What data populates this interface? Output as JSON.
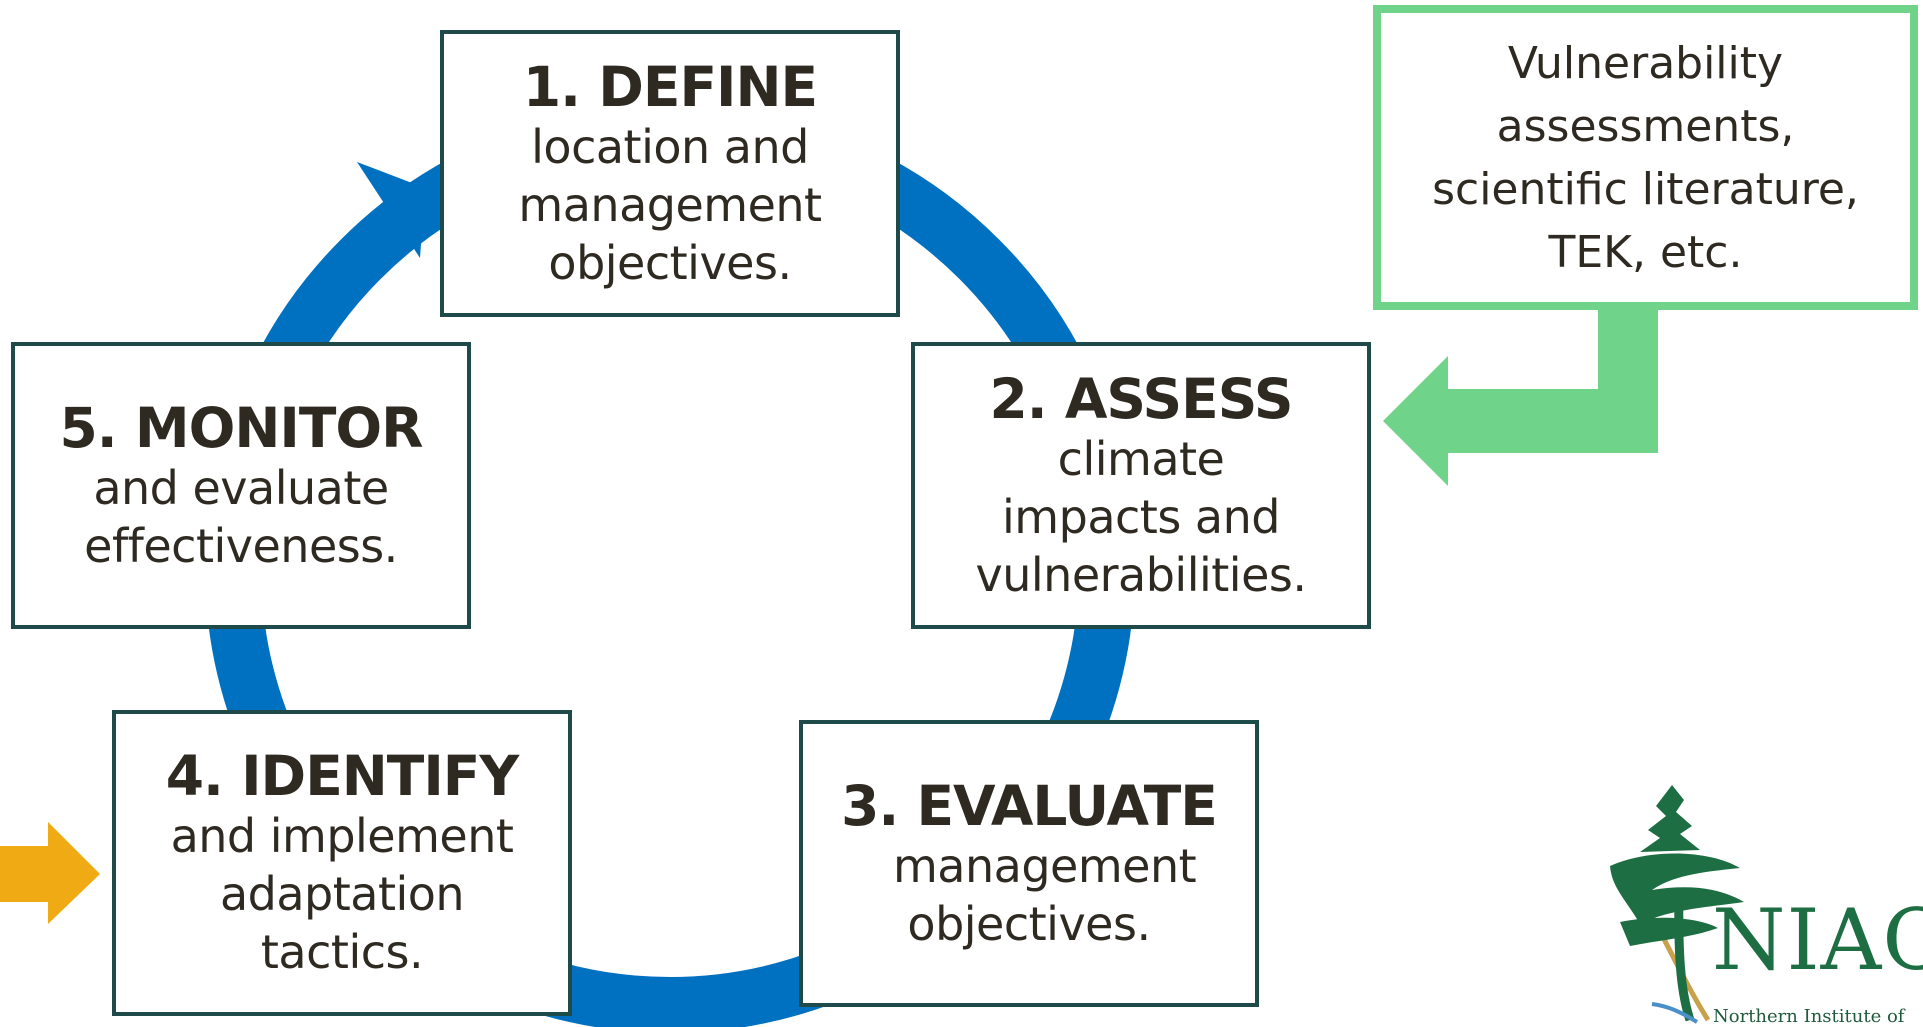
{
  "steps": [
    {
      "id": "define",
      "title": "1. DEFINE",
      "desc": "location and management objectives."
    },
    {
      "id": "assess",
      "title": "2. ASSESS",
      "desc": "climate impacts and vulnerabilities."
    },
    {
      "id": "evaluate",
      "title": "3. EVALUATE",
      "desc": "management objectives."
    },
    {
      "id": "identify",
      "title": "4. IDENTIFY",
      "desc": "and implement adaptation tactics."
    },
    {
      "id": "monitor",
      "title": "5. MONITOR",
      "desc": "and evaluate effectiveness."
    }
  ],
  "source_box": {
    "text": "Vulnerability assessments, scientific literature, TEK, etc."
  },
  "logo": {
    "name": "NIACS",
    "subtitle": "Northern Institute of",
    "icon": "tree-icon"
  },
  "colors": {
    "cycle": "#0070c0",
    "box_border": "#1f4a4a",
    "source": "#6fd38a",
    "input_arrow": "#f0ab14",
    "logo_green": "#1e6e43",
    "text": "#2e2a22"
  }
}
